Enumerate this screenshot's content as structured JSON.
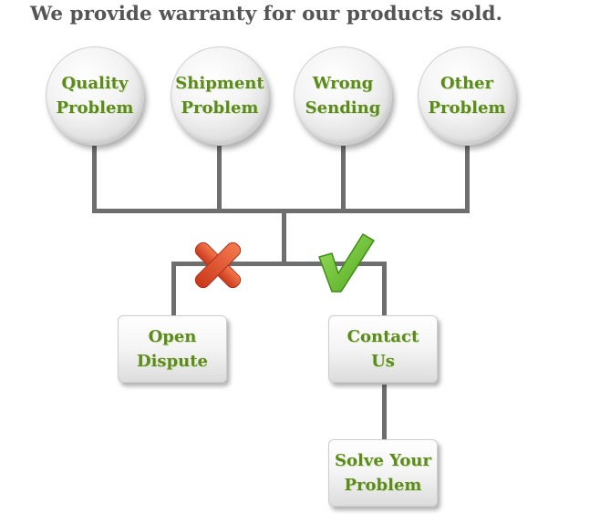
{
  "title": "We provide warranty for our products sold.",
  "problems": [
    {
      "label": "Quality\nProblem"
    },
    {
      "label": "Shipment\nProblem"
    },
    {
      "label": "Wrong\nSending"
    },
    {
      "label": "Other\nProblem"
    }
  ],
  "outcomes": {
    "open_dispute": "Open\nDispute",
    "contact_us": "Contact\nUs",
    "solve": "Solve Your\nProblem"
  },
  "colors": {
    "label_green": "#5c8a1c",
    "connector_gray": "#6e6e6e",
    "cross_red": "#e0532a",
    "check_green": "#6cc22c"
  },
  "icons": {
    "cross": "cross-mark-icon",
    "check": "check-mark-icon"
  }
}
